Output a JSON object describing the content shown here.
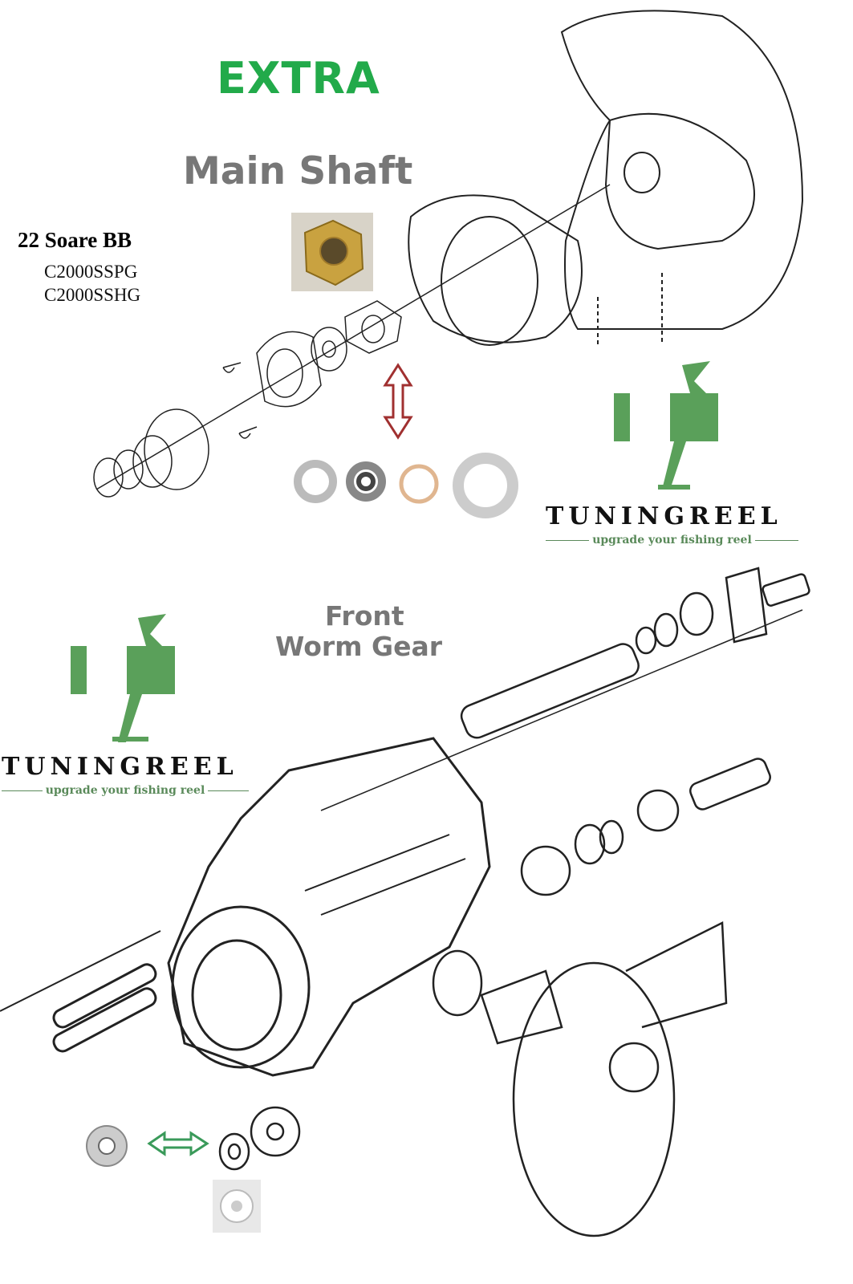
{
  "header": {
    "badge": "EXTRA",
    "part_title": "Main Shaft"
  },
  "model": {
    "name": "22 Soare BB",
    "variants": [
      "C2000SSPG",
      "C2000SSHG"
    ]
  },
  "section2": {
    "title_line1": "Front",
    "title_line2": "Worm Gear"
  },
  "brand": {
    "name": "TUNINGREEL",
    "tagline": "upgrade your fishing reel",
    "color": "#5aa05a"
  },
  "colors": {
    "extra": "#22aa4a",
    "title_gray": "#777777",
    "red_arrow": "#a03030",
    "green_arrow": "#3a9a5a"
  }
}
